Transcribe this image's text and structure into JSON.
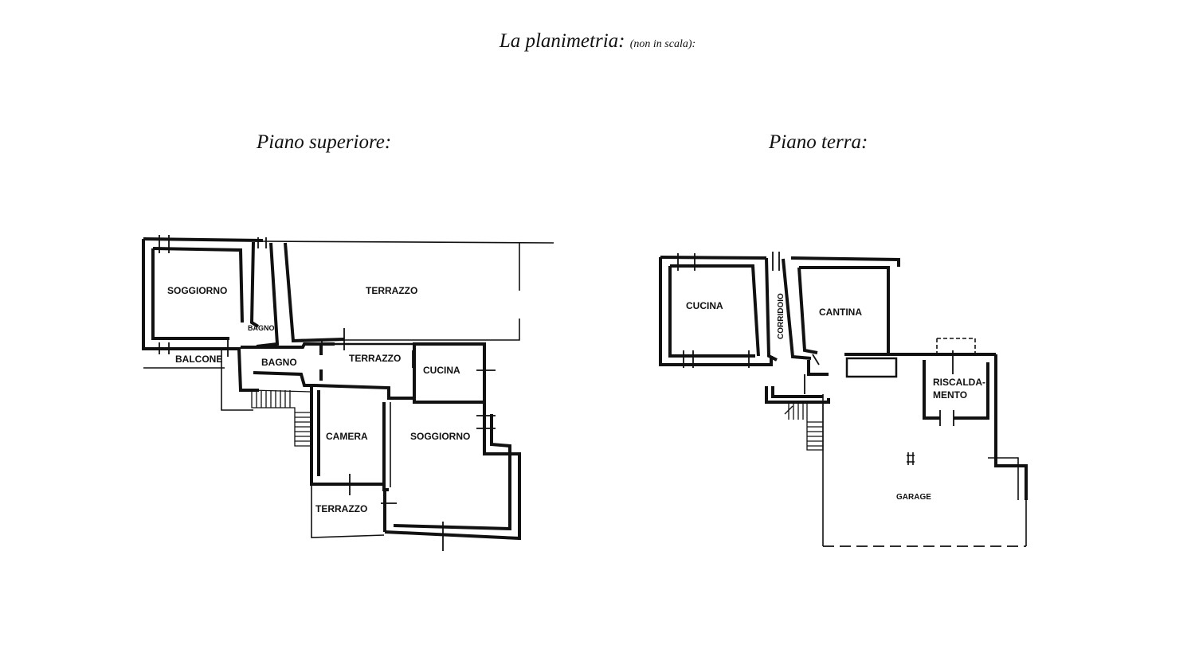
{
  "header": {
    "title": "La planimetria:",
    "subtitle": "(non in scala):"
  },
  "upper_floor": {
    "title": "Piano superiore:",
    "rooms": {
      "soggiorno_left": "SOGGIORNO",
      "bagno_small": "BAGNO",
      "terrazzo_top": "TERRAZZO",
      "balcone": "BALCONE",
      "bagno": "BAGNO",
      "terrazzo_mid": "TERRAZZO",
      "cucina": "CUCINA",
      "camera": "CAMERA",
      "soggiorno_right": "SOGGIORNO",
      "terrazzo_bottom": "TERRAZZO"
    }
  },
  "ground_floor": {
    "title": "Piano terra:",
    "rooms": {
      "cucina": "CUCINA",
      "corridoio": "CORRIDOIO",
      "cantina": "CANTINA",
      "riscaldamento_1": "RISCALDA-",
      "riscaldamento_2": "MENTO",
      "garage": "GARAGE"
    }
  }
}
